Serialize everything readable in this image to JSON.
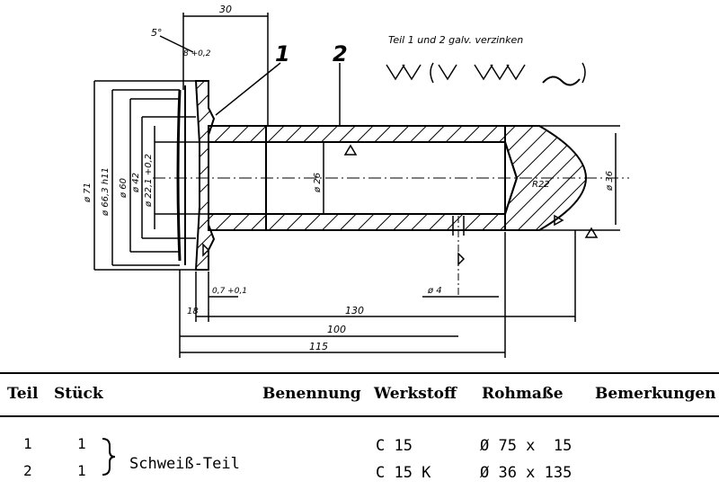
{
  "drawing": {
    "part_labels": [
      "1",
      "2"
    ],
    "note": "Teil 1 und 2 galv. verzinken",
    "surface_marks": "▽▽ (▽ ▽▽▽ ∼)",
    "angle": "5°",
    "dims": {
      "top": "30",
      "flange_thickness": "8 +0,2",
      "d_outer": "ø 71",
      "d_h11": "ø 66,3 h11",
      "d_60": "ø 60",
      "d_42": "ø 42",
      "d_22": "ø 22,1 +0,2",
      "bore": "ø 26",
      "shaft": "ø 36",
      "radius": "R22",
      "small_hole": "ø 4",
      "groove": "0,7 +0,1",
      "len_18": "18",
      "len_130": "130",
      "len_100": "100",
      "len_115": "115"
    }
  },
  "table": {
    "headers": {
      "teil": "Teil",
      "stueck": "Stück",
      "benennung": "Benennung",
      "werkstoff": "Werkstoff",
      "rohmasse": "Rohmaße",
      "bemerkungen": "Bemerkungen"
    },
    "group_name": "Schweiß-Teil",
    "rows": [
      {
        "teil": "1",
        "stueck": "1",
        "werkstoff": "C 15",
        "rohmasse": "Ø 75 x  15"
      },
      {
        "teil": "2",
        "stueck": "1",
        "werkstoff": "C 15 K",
        "rohmasse": "Ø 36 x 135"
      }
    ]
  }
}
